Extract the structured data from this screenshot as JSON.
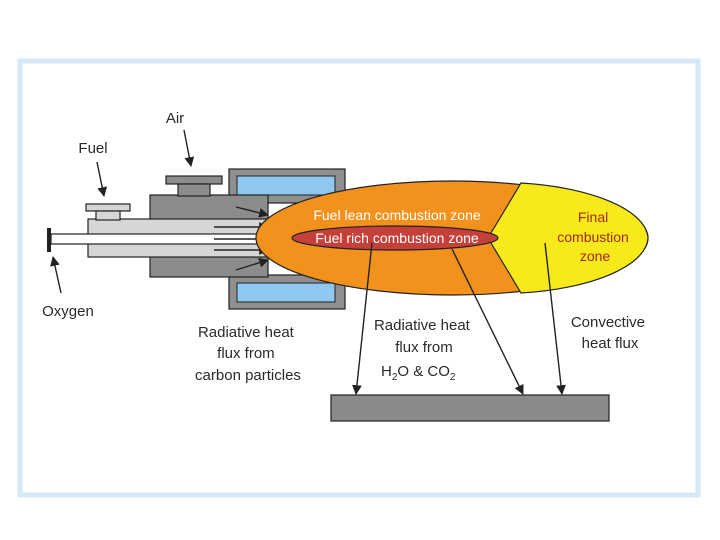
{
  "diagram": {
    "labels": {
      "air": "Air",
      "fuel": "Fuel",
      "oxygen": "Oxygen",
      "fuel_lean_zone": "Fuel lean combustion zone",
      "fuel_rich_zone": "Fuel rich combustion zone",
      "final_zone": [
        "Final",
        "combustion",
        "zone"
      ],
      "radiative_carbon": [
        "Radiative heat",
        "flux from",
        "carbon particles"
      ],
      "radiative_h2o_line1": "Radiative heat",
      "radiative_h2o_line2": "flux from",
      "radiative_h2o_h": "H",
      "radiative_h2o_sub2a": "2",
      "radiative_h2o_mid": "O & CO",
      "radiative_h2o_sub2b": "2",
      "convective": [
        "Convective",
        "heat flux"
      ]
    },
    "colors": {
      "panel_bg": "#ffffff",
      "panel_border": "#d6e9f7",
      "burner_body": "#8c8c8c",
      "burner_light": "#d6d6d6",
      "refractory_box": "#8f8f8f",
      "refractory_insert": "#8fc8ee",
      "lean_zone": "#f2921c",
      "rich_zone": "#c6403a",
      "final_zone": "#f8ea1a",
      "load_plate": "#8a8a8a",
      "stroke": "#222222"
    }
  }
}
